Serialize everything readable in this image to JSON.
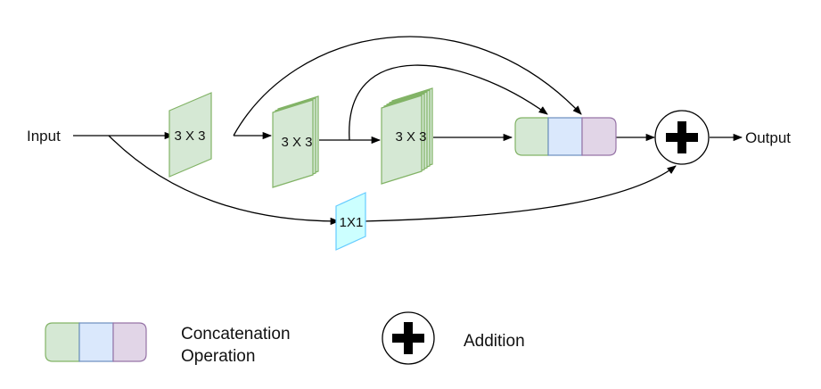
{
  "nodes": {
    "input": "Input",
    "output": "Output",
    "conv1": "3 X 3",
    "conv2": "3 X 3",
    "conv3": "3 X 3",
    "conv1x1": "1X1"
  },
  "legend": {
    "concat_line1": "Concatenation",
    "concat_line2": "Operation",
    "addition": "Addition"
  },
  "colors": {
    "green_fill": "#d5e8d4",
    "green_stroke": "#82b366",
    "blue_fill": "#dae8fc",
    "blue_stroke": "#6c8ebf",
    "purple_fill": "#e1d5e7",
    "purple_stroke": "#9673a6",
    "cyan_fill": "#ccffff",
    "cyan_stroke": "#66ccff"
  }
}
